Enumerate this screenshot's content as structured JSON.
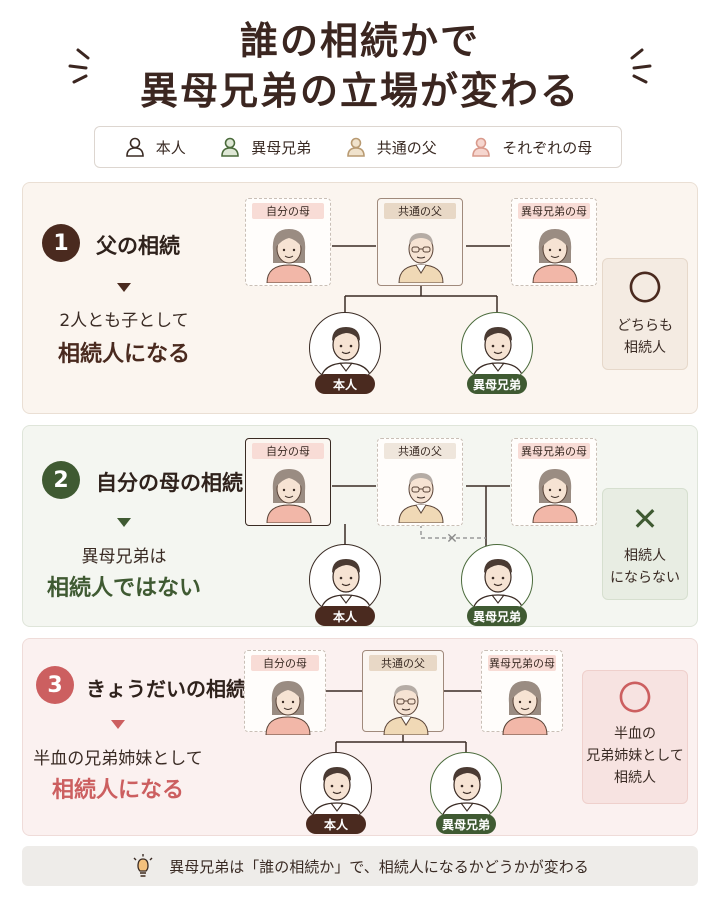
{
  "title": {
    "line1": "誰の相続かで",
    "line2": "異母兄弟の立場が変わる"
  },
  "legend": [
    {
      "label": "本人",
      "icon": "person-outline-icon",
      "color": "#3a2b24"
    },
    {
      "label": "異母兄弟",
      "icon": "person-outline-icon",
      "color": "#4b6b3c"
    },
    {
      "label": "共通の父",
      "icon": "person-outline-icon",
      "color": "#b89a72"
    },
    {
      "label": "それぞれの母",
      "icon": "person-outline-icon",
      "color": "#d99a8c"
    }
  ],
  "colors": {
    "accent_brown": "#4a2a1f",
    "accent_green": "#3f5a32",
    "accent_red": "#cc5f60",
    "label_pink": "#f8dcd6",
    "label_beige": "#e8d8c6"
  },
  "sections": [
    {
      "number": "1",
      "heading": "父の相続",
      "line1": "2人とも子として",
      "line2": "相続人になる",
      "mother_left": "自分の母",
      "father": "共通の父",
      "mother_right": "異母兄弟の母",
      "child_left": "本人",
      "child_right": "異母兄弟",
      "result_symbol": "〇",
      "result_lines": [
        "どちらも",
        "相続人"
      ]
    },
    {
      "number": "2",
      "heading": "自分の母の相続",
      "line1": "異母兄弟は",
      "line2": "相続人ではない",
      "mother_left": "自分の母",
      "father": "共通の父",
      "mother_right": "異母兄弟の母",
      "child_left": "本人",
      "child_right": "異母兄弟",
      "result_symbol": "✕",
      "result_lines": [
        "相続人",
        "にならない"
      ]
    },
    {
      "number": "3",
      "heading": "きょうだいの相続",
      "line1": "半血の兄弟姉妹として",
      "line2": "相続人になる",
      "mother_left": "自分の母",
      "father": "共通の父",
      "mother_right": "異母兄弟の母",
      "child_left": "本人",
      "child_right": "異母兄弟",
      "result_symbol": "〇",
      "result_lines": [
        "半血の",
        "兄弟姉妹として",
        "相続人"
      ]
    }
  ],
  "footer": {
    "icon": "lightbulb-icon",
    "text": "異母兄弟は「誰の相続か」で、相続人になるかどうかが変わる"
  }
}
